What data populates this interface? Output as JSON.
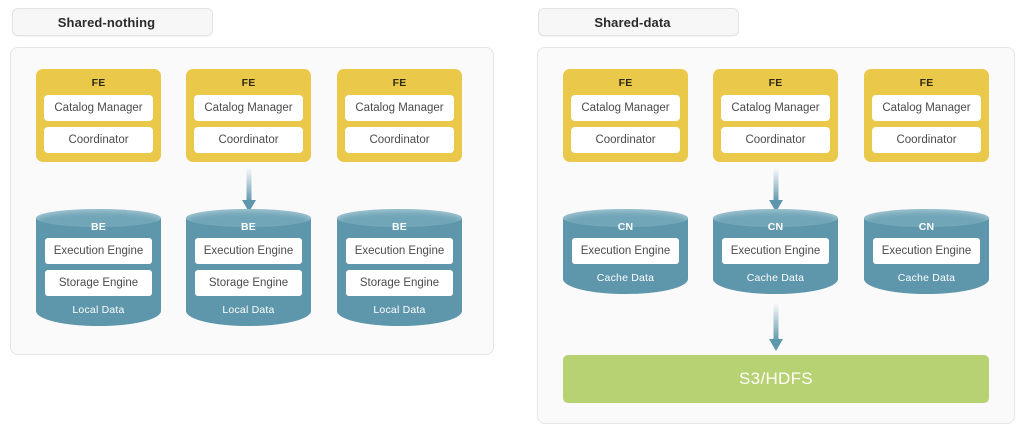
{
  "diagram": {
    "panels": [
      {
        "id": "shared-nothing",
        "title": "Shared-nothing",
        "fe_nodes": [
          {
            "title": "FE",
            "components": [
              "Catalog Manager",
              "Coordinator"
            ]
          },
          {
            "title": "FE",
            "components": [
              "Catalog Manager",
              "Coordinator"
            ]
          },
          {
            "title": "FE",
            "components": [
              "Catalog Manager",
              "Coordinator"
            ]
          }
        ],
        "compute_nodes": [
          {
            "title": "BE",
            "components": [
              "Execution Engine",
              "Storage Engine"
            ],
            "footer": "Local Data"
          },
          {
            "title": "BE",
            "components": [
              "Execution Engine",
              "Storage Engine"
            ],
            "footer": "Local Data"
          },
          {
            "title": "BE",
            "components": [
              "Execution Engine",
              "Storage Engine"
            ],
            "footer": "Local Data"
          }
        ],
        "storage": null
      },
      {
        "id": "shared-data",
        "title": "Shared-data",
        "fe_nodes": [
          {
            "title": "FE",
            "components": [
              "Catalog Manager",
              "Coordinator"
            ]
          },
          {
            "title": "FE",
            "components": [
              "Catalog Manager",
              "Coordinator"
            ]
          },
          {
            "title": "FE",
            "components": [
              "Catalog Manager",
              "Coordinator"
            ]
          }
        ],
        "compute_nodes": [
          {
            "title": "CN",
            "components": [
              "Execution Engine"
            ],
            "footer": "Cache Data"
          },
          {
            "title": "CN",
            "components": [
              "Execution Engine"
            ],
            "footer": "Cache Data"
          },
          {
            "title": "CN",
            "components": [
              "Execution Engine"
            ],
            "footer": "Cache Data"
          }
        ],
        "storage": {
          "label": "S3/HDFS"
        }
      }
    ],
    "colors": {
      "frontend": "#eac94a",
      "compute": "#5e96ab",
      "compute_cap": "#71a6b8",
      "storage": "#b7d272",
      "arrow": "#5e96ab",
      "panel_background": "#fafafa",
      "panel_border": "#e6e6e6",
      "pill_background": "#f7f7f7"
    }
  }
}
